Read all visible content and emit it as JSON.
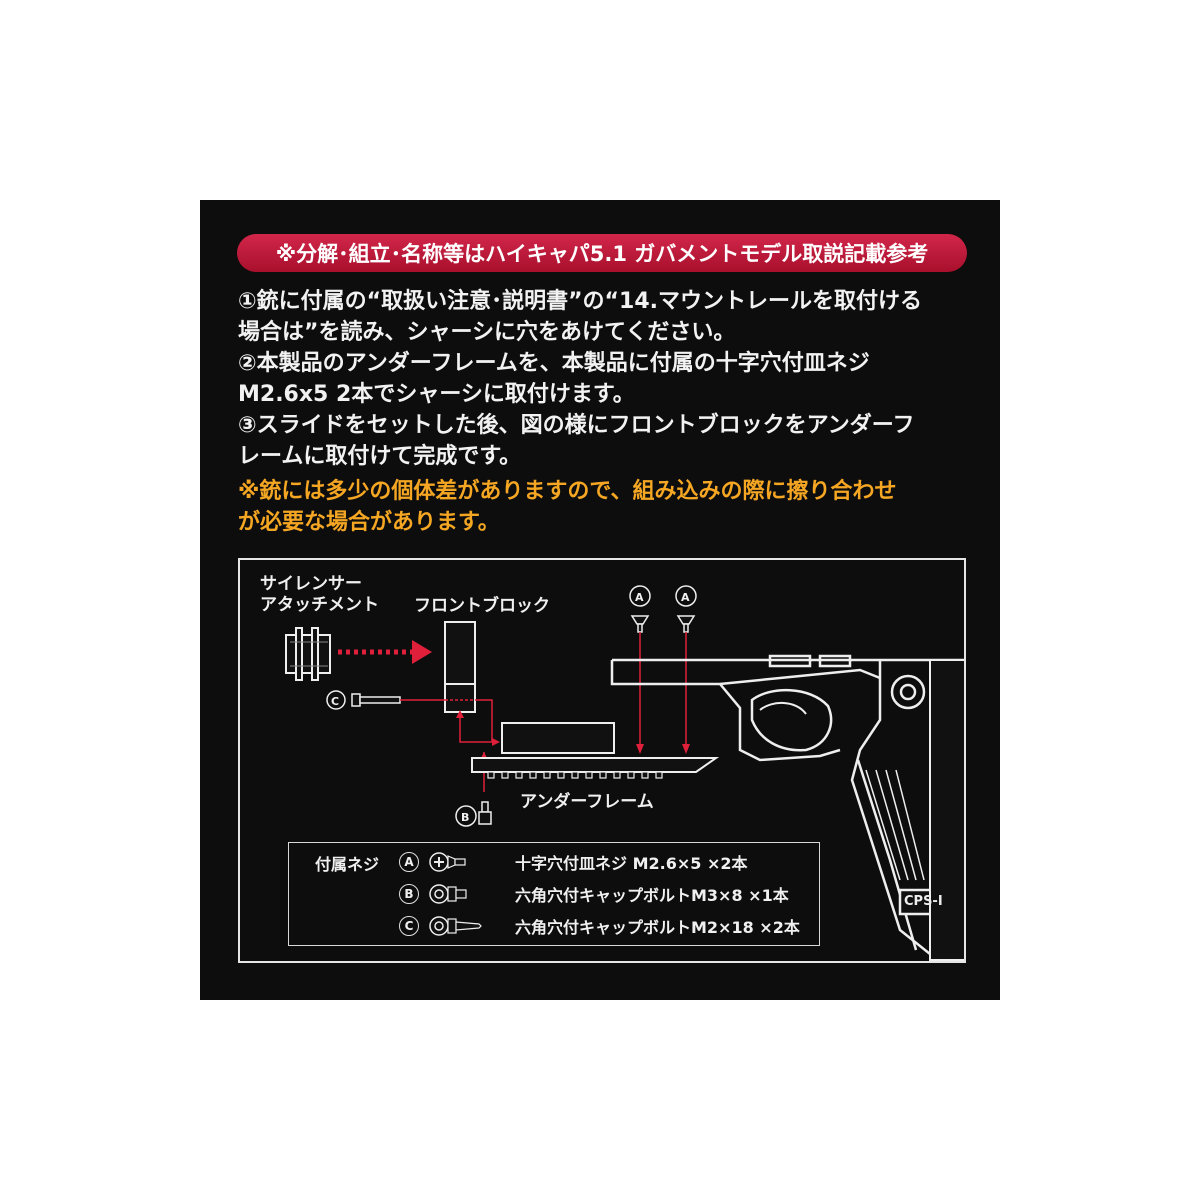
{
  "banner": {
    "text": "※分解･組立･名称等はハイキャパ5.1 ガバメントモデル取説記載参考"
  },
  "steps": [
    {
      "num": "①",
      "line1": "銃に付属の“取扱い注意･説明書”の“14.マウントレールを取付ける",
      "line2": "場合は”を読み、シャーシに穴をあけてください。"
    },
    {
      "num": "②",
      "line1": "本製品のアンダーフレームを、本製品に付属の十字穴付皿ネジ",
      "line2": "M2.6x5 2本でシャーシに取付けます。"
    },
    {
      "num": "③",
      "line1": "スライドをセットした後、図の様にフロントブロックをアンダーフ",
      "line2": "レームに取付けて完成です。"
    }
  ],
  "note": {
    "line1": "※銃には多少の個体差がありますので、組み込みの際に擦り合わせ",
    "line2": "が必要な場合があります。"
  },
  "diagram": {
    "silencer_label_1": "サイレンサー",
    "silencer_label_2": "アタッチメント",
    "front_block_label": "フロントブロック",
    "under_frame_label": "アンダーフレーム",
    "marker_a": "A",
    "marker_b": "B",
    "marker_c": "C",
    "gun_text": "CPS-I"
  },
  "parts": {
    "title": "付属ネジ",
    "items": [
      {
        "marker": "A",
        "icon": "phillips-flat-screw-icon",
        "text": "十字穴付皿ネジ M2.6×5 ×2本"
      },
      {
        "marker": "B",
        "icon": "hex-cap-bolt-icon",
        "text": "六角穴付キャップボルトM3×8 ×1本"
      },
      {
        "marker": "C",
        "icon": "hex-cap-bolt-long-icon",
        "text": "六角穴付キャップボルトM2×18 ×2本"
      }
    ]
  },
  "colors": {
    "panel_bg": "#0d0d0d",
    "banner": "#c01a3a",
    "note": "#f5a623",
    "arrow_red": "#e0203a"
  }
}
